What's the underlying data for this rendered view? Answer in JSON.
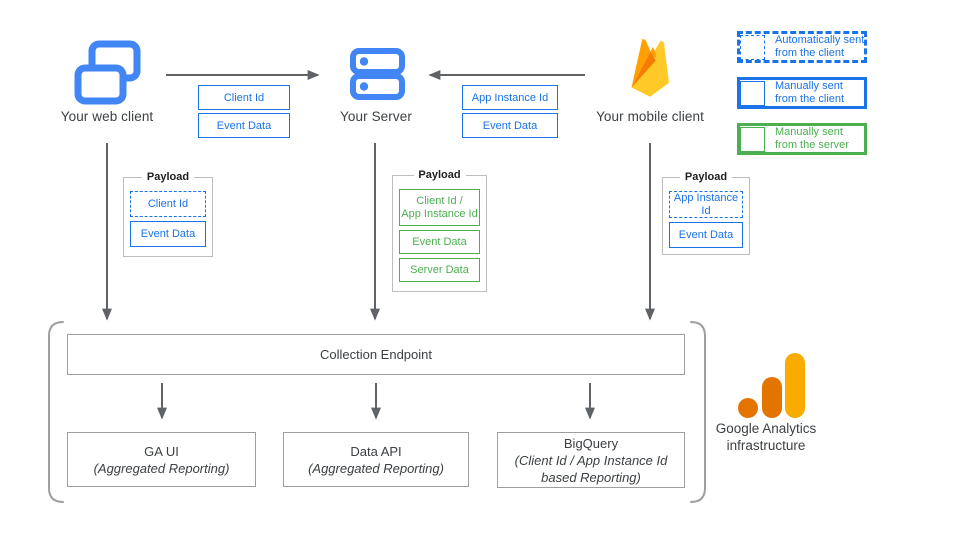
{
  "colors": {
    "blue": "#1A73E8",
    "icon_blue": "#4285F4",
    "green": "#4CAF50",
    "arrow_gray": "#5F6368",
    "bracket_gray": "#9E9E9E",
    "text_dark": "#3C4043",
    "firebase_yellow": "#FFCA28",
    "firebase_orange": "#FFA000",
    "firebase_dark_orange": "#F57C00",
    "ga_orange": "#E37400",
    "ga_yellow": "#F9AB00"
  },
  "nodes": {
    "web_client": {
      "label": "Your web client",
      "icon": "web-client-icon"
    },
    "server": {
      "label": "Your Server",
      "icon": "server-icon"
    },
    "mobile_client": {
      "label": "Your mobile client",
      "icon": "firebase-icon"
    }
  },
  "edges": {
    "web_to_server": {
      "tags": [
        "Client Id",
        "Event Data"
      ]
    },
    "mobile_to_server": {
      "tags": [
        "App Instance Id",
        "Event Data"
      ]
    }
  },
  "payloads": [
    {
      "title": "Payload",
      "items": [
        {
          "label": "Client Id",
          "type": "auto-client"
        },
        {
          "label": "Event Data",
          "type": "manual-client"
        }
      ]
    },
    {
      "title": "Payload",
      "items": [
        {
          "label": "Client Id /\nApp Instance Id",
          "type": "manual-server"
        },
        {
          "label": "Event Data",
          "type": "manual-server"
        },
        {
          "label": "Server Data",
          "type": "manual-server"
        }
      ]
    },
    {
      "title": "Payload",
      "items": [
        {
          "label": "App Instance Id",
          "type": "auto-client"
        },
        {
          "label": "Event Data",
          "type": "manual-client"
        }
      ]
    }
  ],
  "legend": [
    {
      "label": "Automatically sent\nfrom the client",
      "type": "auto-client"
    },
    {
      "label": "Manually sent\nfrom the client",
      "type": "manual-client"
    },
    {
      "label": "Manually sent\nfrom the server",
      "type": "manual-server"
    }
  ],
  "infrastructure": {
    "endpoint_label": "Collection Endpoint",
    "outputs": [
      {
        "title": "GA UI",
        "subtitle": "(Aggregated Reporting)"
      },
      {
        "title": "Data API",
        "subtitle": "(Aggregated Reporting)"
      },
      {
        "title": "BigQuery",
        "subtitle": "(Client Id / App Instance Id\nbased Reporting)"
      }
    ],
    "brand_label": "Google Analytics\ninfrastructure",
    "brand_icon": "google-analytics-icon"
  }
}
